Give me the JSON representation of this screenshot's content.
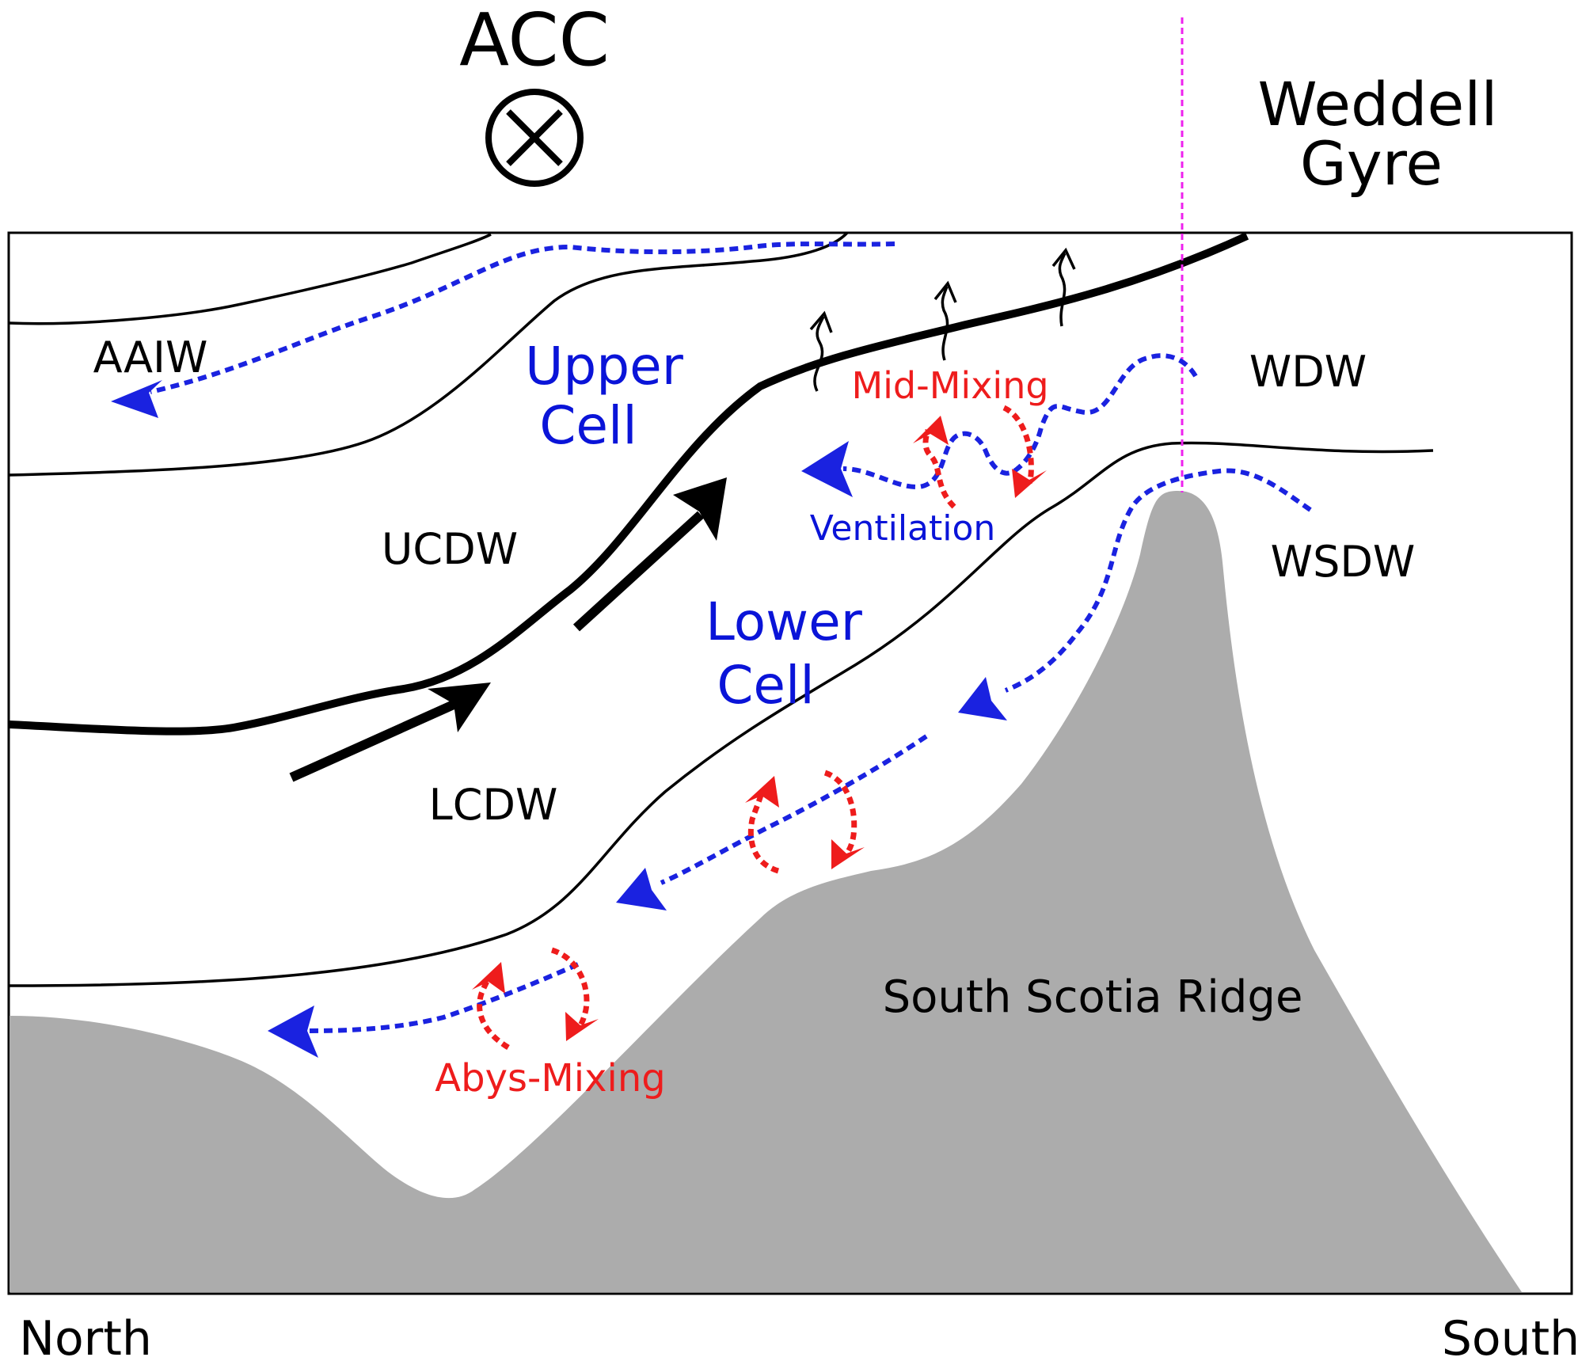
{
  "title": "ACC",
  "region_label": "Weddell\nGyre",
  "region_line1": "Weddell",
  "region_line2": "Gyre",
  "water_masses": {
    "aaiw": "AAIW",
    "ucdw": "UCDW",
    "lcdw": "LCDW",
    "wdw": "WDW",
    "wsdw": "WSDW"
  },
  "cells": {
    "upper_line1": "Upper",
    "upper_line2": "Cell",
    "lower_line1": "Lower",
    "lower_line2": "Cell"
  },
  "processes": {
    "mid_mixing": "Mid-Mixing",
    "ventilation": "Ventilation",
    "abys_mixing": "Abys-Mixing"
  },
  "topography": "South Scotia Ridge",
  "axis": {
    "left": "North",
    "right": "South"
  },
  "colors": {
    "flow_blue": "#1a22e0",
    "label_blue": "#0a14d8",
    "mixing_red": "#ee1c1c",
    "ridge_gray": "#acacac",
    "boundary_magenta": "#ee22ee"
  },
  "icons": {
    "acc_symbol": "circle-cross-into-page-icon"
  }
}
